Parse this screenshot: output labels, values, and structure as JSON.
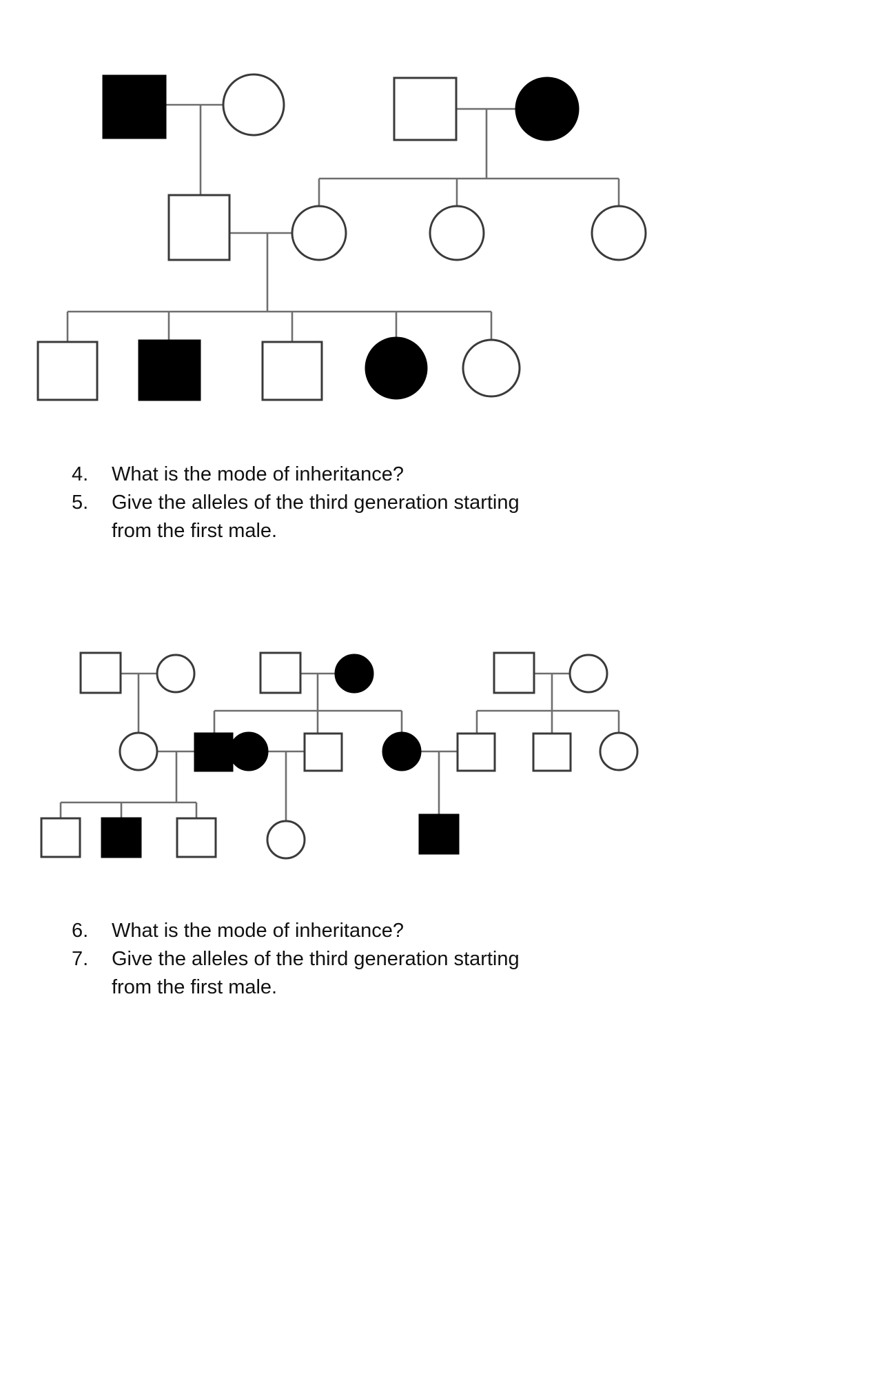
{
  "document": {
    "kind": "genetics-worksheet",
    "background_color": "#ffffff",
    "ink_color": "#000000",
    "line_color": "#6e6e6e",
    "open_symbol_fill": "#ffffff",
    "filled_symbol_fill": "#000000"
  },
  "legend": {
    "square_meaning": "male",
    "circle_meaning": "female",
    "filled_meaning": "affected",
    "open_meaning": "unaffected"
  },
  "pedigree_1": {
    "label": "pedigree-chart-1",
    "generations": [
      {
        "name": "generation-I",
        "individuals": [
          {
            "id": "I-1",
            "shape": "square",
            "status": "filled",
            "sex": "male"
          },
          {
            "id": "I-2",
            "shape": "circle",
            "status": "open",
            "sex": "female"
          },
          {
            "id": "I-3",
            "shape": "square",
            "status": "open",
            "sex": "male"
          },
          {
            "id": "I-4",
            "shape": "circle",
            "status": "filled",
            "sex": "female"
          }
        ],
        "matings": [
          "I-1 x I-2",
          "I-3 x I-4"
        ]
      },
      {
        "name": "generation-II",
        "individuals": [
          {
            "id": "II-1",
            "shape": "square",
            "status": "open",
            "sex": "male"
          },
          {
            "id": "II-2",
            "shape": "circle",
            "status": "open",
            "sex": "female"
          },
          {
            "id": "II-3",
            "shape": "circle",
            "status": "open",
            "sex": "female"
          },
          {
            "id": "II-4",
            "shape": "circle",
            "status": "open",
            "sex": "female"
          }
        ],
        "matings": [
          "II-1 x II-2"
        ]
      },
      {
        "name": "generation-III",
        "individuals": [
          {
            "id": "III-1",
            "shape": "square",
            "status": "open",
            "sex": "male"
          },
          {
            "id": "III-2",
            "shape": "square",
            "status": "filled",
            "sex": "male"
          },
          {
            "id": "III-3",
            "shape": "square",
            "status": "open",
            "sex": "male"
          },
          {
            "id": "III-4",
            "shape": "circle",
            "status": "filled",
            "sex": "female"
          },
          {
            "id": "III-5",
            "shape": "circle",
            "status": "open",
            "sex": "female"
          }
        ],
        "matings": []
      }
    ]
  },
  "questions_1": [
    {
      "number": "4.",
      "text": "What is the mode of inheritance?",
      "continuation": ""
    },
    {
      "number": "5.",
      "text": "Give the alleles of the third generation starting",
      "continuation": "from the first male."
    }
  ],
  "pedigree_2": {
    "label": "pedigree-chart-2",
    "generations": [
      {
        "name": "generation-I",
        "individuals": [
          {
            "id": "I-1",
            "shape": "square",
            "status": "open",
            "sex": "male"
          },
          {
            "id": "I-2",
            "shape": "circle",
            "status": "open",
            "sex": "female"
          },
          {
            "id": "I-3",
            "shape": "square",
            "status": "open",
            "sex": "male"
          },
          {
            "id": "I-4",
            "shape": "circle",
            "status": "filled",
            "sex": "female"
          },
          {
            "id": "I-5",
            "shape": "square",
            "status": "open",
            "sex": "male"
          },
          {
            "id": "I-6",
            "shape": "circle",
            "status": "open",
            "sex": "female"
          }
        ],
        "matings": [
          "I-1 x I-2",
          "I-3 x I-4",
          "I-5 x I-6"
        ]
      },
      {
        "name": "generation-II",
        "individuals": [
          {
            "id": "II-1",
            "shape": "circle",
            "status": "open",
            "sex": "female"
          },
          {
            "id": "II-2",
            "shape": "square",
            "status": "filled",
            "sex": "male"
          },
          {
            "id": "II-3",
            "shape": "circle",
            "status": "filled",
            "sex": "female"
          },
          {
            "id": "II-4",
            "shape": "square",
            "status": "open",
            "sex": "male"
          },
          {
            "id": "II-5",
            "shape": "circle",
            "status": "filled",
            "sex": "female"
          },
          {
            "id": "II-6",
            "shape": "square",
            "status": "open",
            "sex": "male"
          },
          {
            "id": "II-7",
            "shape": "square",
            "status": "open",
            "sex": "male"
          },
          {
            "id": "II-8",
            "shape": "circle",
            "status": "open",
            "sex": "female"
          }
        ],
        "matings": [
          "II-1 x II-2",
          "II-3 x II-4",
          "II-5 x II-6"
        ]
      },
      {
        "name": "generation-III",
        "individuals": [
          {
            "id": "III-1",
            "shape": "square",
            "status": "open",
            "sex": "male"
          },
          {
            "id": "III-2",
            "shape": "square",
            "status": "filled",
            "sex": "male"
          },
          {
            "id": "III-3",
            "shape": "square",
            "status": "open",
            "sex": "male"
          },
          {
            "id": "III-4",
            "shape": "circle",
            "status": "open",
            "sex": "female"
          },
          {
            "id": "III-5",
            "shape": "square",
            "status": "filled",
            "sex": "male"
          }
        ],
        "matings": []
      }
    ]
  },
  "questions_2": [
    {
      "number": "6.",
      "text": "What is the mode of inheritance?",
      "continuation": ""
    },
    {
      "number": "7.",
      "text": "Give the alleles of the third generation starting",
      "continuation": "from the first male."
    }
  ]
}
